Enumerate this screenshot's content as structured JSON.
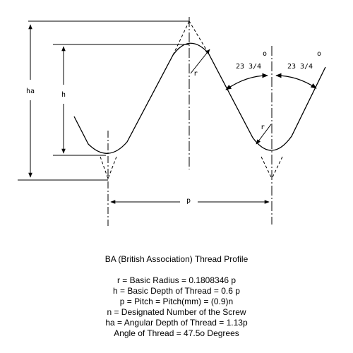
{
  "diagram": {
    "title": "BA (British Association) Thread Profile",
    "labels": {
      "ha": "ha",
      "h": "h",
      "p": "p",
      "r": "r",
      "angle_left": "23 3/4",
      "angle_right": "23 3/4",
      "degree_symbol": "o"
    },
    "definitions": [
      "r = Basic Radius = 0.1808346 p",
      "h = Basic Depth of Thread = 0.6 p",
      "p = Pitch = Pitch(mm) = (0.9)n",
      "n = Designated Number of the Screw",
      "ha = Angular Depth of Thread = 1.13p",
      "Angle of Thread = 47.5o Degrees"
    ]
  }
}
